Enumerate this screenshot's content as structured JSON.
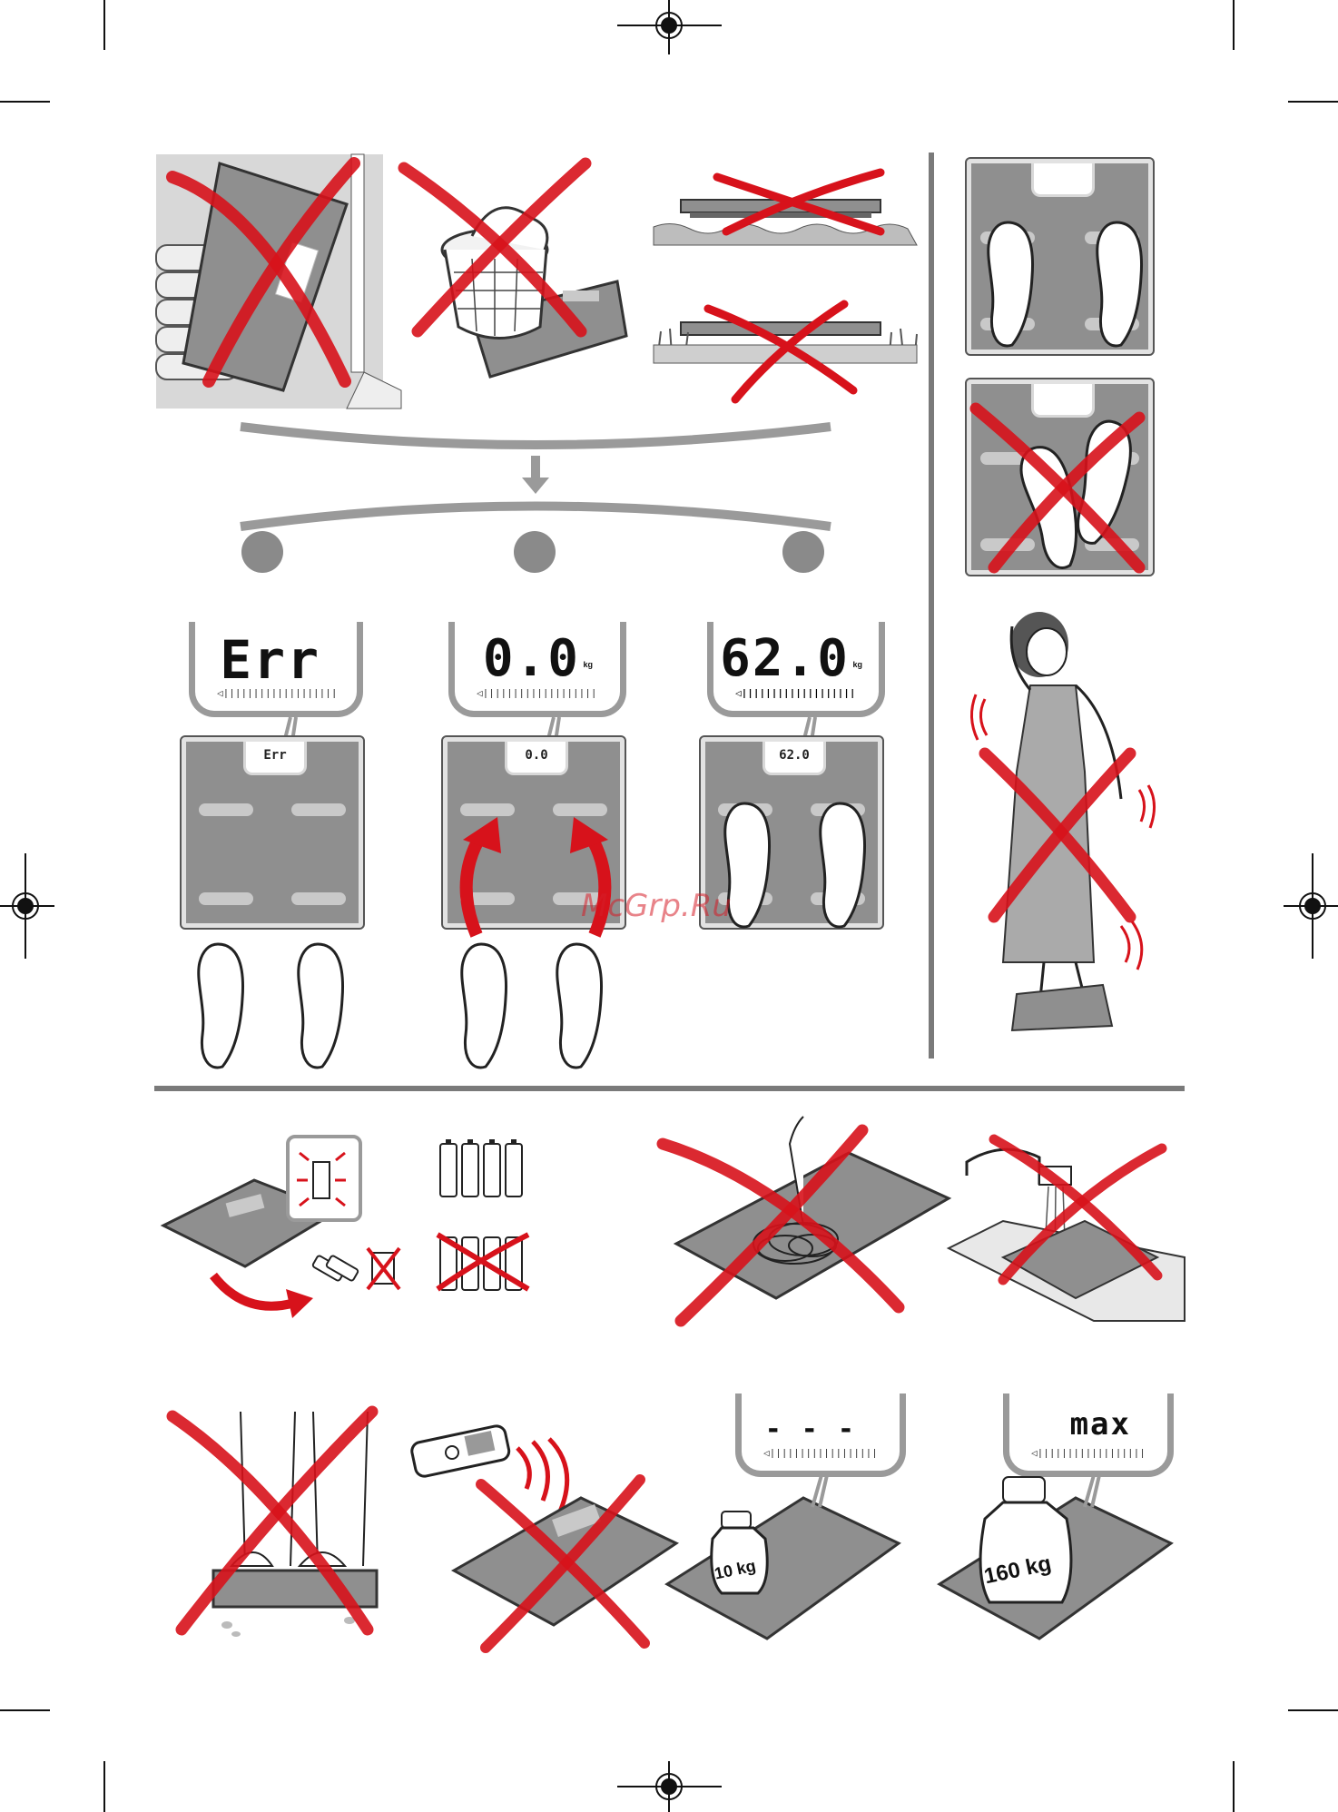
{
  "displays": {
    "err": "Err",
    "zero": "0.0",
    "weight": "62.0",
    "unit": "kg",
    "dash": "- - -",
    "max": "max"
  },
  "scale_readouts": {
    "err": "Err",
    "zero": "0.0",
    "weight": "62.0"
  },
  "weights": {
    "small": "10 kg",
    "large": "160 kg"
  },
  "watermark": "McGrp.Ru",
  "colors": {
    "cross_red": "#d7121b",
    "scale_grey": "#8f8f8f",
    "frame_grey": "#9a9a9a"
  },
  "icons": [
    "registration-mark-icon",
    "cross-out-icon",
    "down-arrow-icon",
    "curved-arrow-icon",
    "battery-icon",
    "recycle-bin-icon",
    "mobile-phone-icon",
    "faucet-icon"
  ]
}
